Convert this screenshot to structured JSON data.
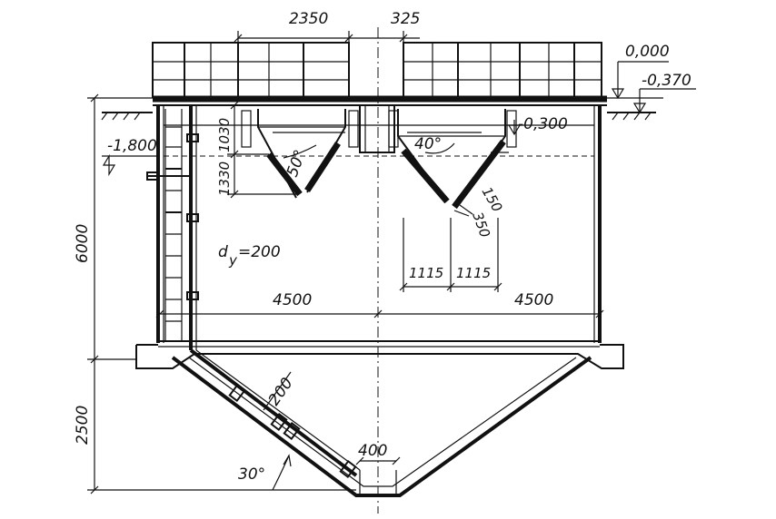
{
  "dimensions": {
    "width_left": "2350",
    "gap_top": "325",
    "depth_total": "6000",
    "depth_cone": "2500",
    "half_width_left": "4500",
    "half_width_right": "4500",
    "sub_left": "1115",
    "sub_right": "1115",
    "tray_1030": "1030",
    "tray_1330": "1330",
    "slot_150": "150",
    "slot_350": "350",
    "bottom_400": "400",
    "pipe_200": "200"
  },
  "levels": {
    "ground": "0,000",
    "top": "-0,370",
    "water": "-0,300",
    "inlet": "-1,800"
  },
  "angles": {
    "cone": "30°",
    "baffle_left": "50°",
    "baffle_right": "40°"
  },
  "pipe": {
    "symbol": "d",
    "subscript": "y",
    "value": "=200"
  }
}
